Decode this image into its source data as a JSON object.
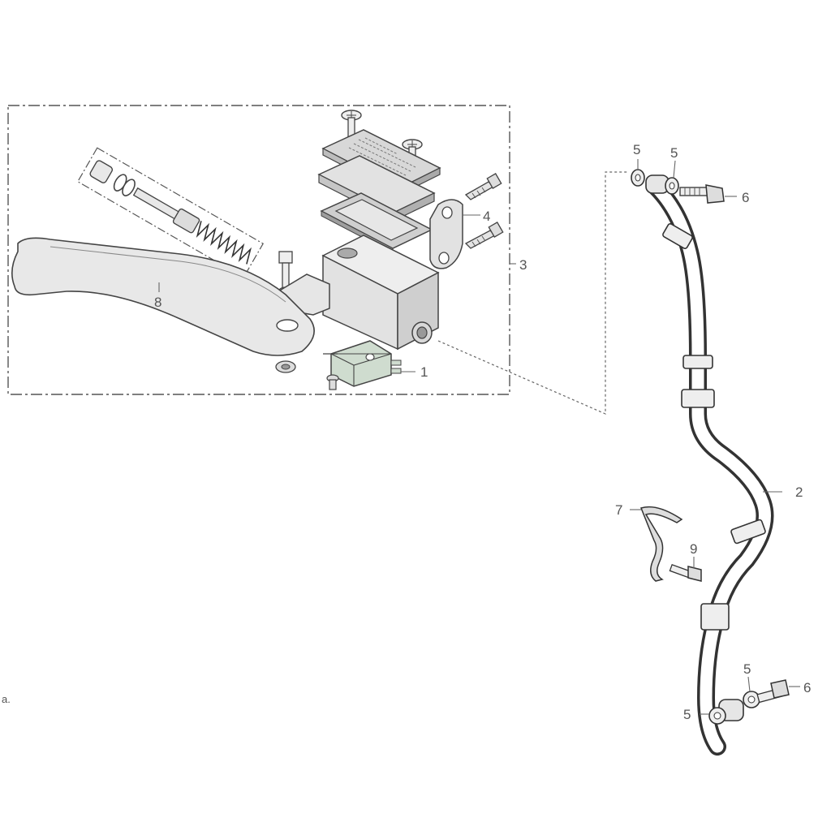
{
  "diagram": {
    "callouts": [
      {
        "id": "1",
        "text": "1"
      },
      {
        "id": "2",
        "text": "2"
      },
      {
        "id": "3",
        "text": "3"
      },
      {
        "id": "4",
        "text": "4"
      },
      {
        "id": "5a",
        "text": "5"
      },
      {
        "id": "5b",
        "text": "5"
      },
      {
        "id": "5c",
        "text": "5"
      },
      {
        "id": "5d",
        "text": "5"
      },
      {
        "id": "6a",
        "text": "6"
      },
      {
        "id": "6b",
        "text": "6"
      },
      {
        "id": "7",
        "text": "7"
      },
      {
        "id": "8",
        "text": "8"
      },
      {
        "id": "9",
        "text": "9"
      }
    ],
    "edge_fragment": "a."
  },
  "colors": {
    "line": "#555555",
    "part_fill": "#e4e4e4",
    "part_dark": "#bdbdbd",
    "switch_fill": "#cfdccf",
    "hose": "#333333"
  }
}
